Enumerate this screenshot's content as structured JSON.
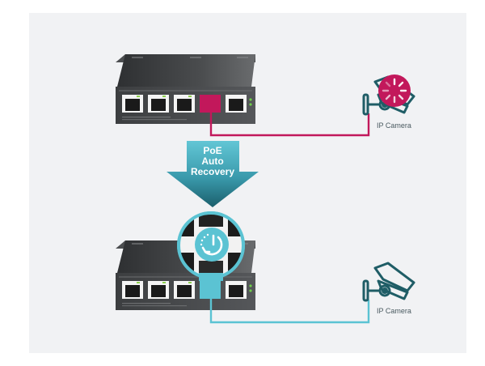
{
  "diagram": {
    "title": "PoE Auto Recovery",
    "arrow_label_lines": [
      "PoE",
      "Auto",
      "Recovery"
    ],
    "top_scene": {
      "state": "camera-unresponsive",
      "camera_label": "IP Camera",
      "cable_color": "#c2185b",
      "status_icon": "loading-spinner-icon",
      "highlighted_port": 4,
      "port_count": 5
    },
    "bottom_scene": {
      "state": "camera-recovered",
      "camera_label": "IP Camera",
      "cable_color": "#5bc3d3",
      "overlay_icon": "power-restart-icon",
      "highlighted_port": 4,
      "port_count": 5
    },
    "colors": {
      "background": "#f1f2f4",
      "accent_magenta": "#c2185b",
      "accent_cyan": "#5bc3d3",
      "arrow_top": "#5fc2d2",
      "arrow_bottom": "#1f6f7c",
      "camera_outline": "#1f5d66",
      "switch_body": "#3a3c3e"
    }
  }
}
